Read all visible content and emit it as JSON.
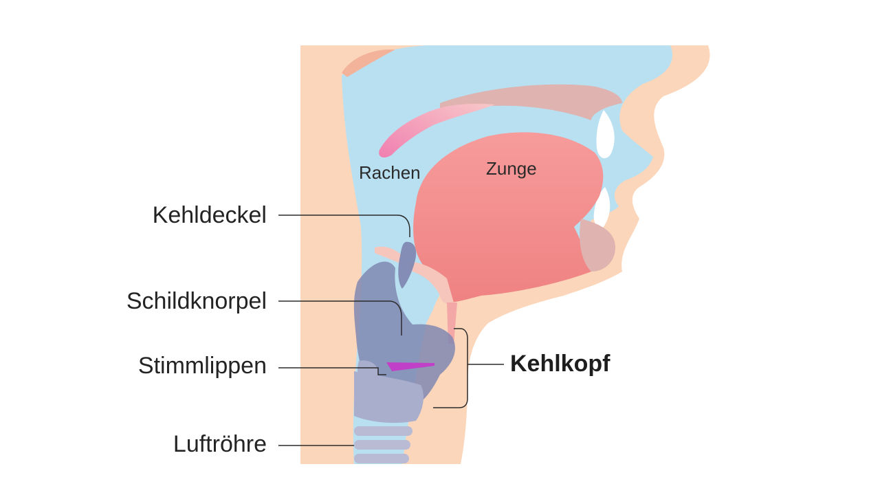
{
  "labels": {
    "rachen": "Rachen",
    "zunge": "Zunge",
    "kehldeckel": "Kehldeckel",
    "schildknorpel": "Schildknorpel",
    "stimmlippen": "Stimmlippen",
    "luftroehre": "Luftröhre",
    "kehlkopf": "Kehlkopf"
  },
  "colors": {
    "skin": "#fbd6ba",
    "airway": "#b9e0f1",
    "tongue": "#f59797",
    "tongue_dark": "#ef8585",
    "palate": "#deb3b0",
    "cartilage": "#8088b1",
    "cartilage_light": "#a9aecc",
    "vocal_folds": "#c040c8",
    "pink_soft": "#f5a4c2",
    "leader": "#2a2a2a"
  }
}
